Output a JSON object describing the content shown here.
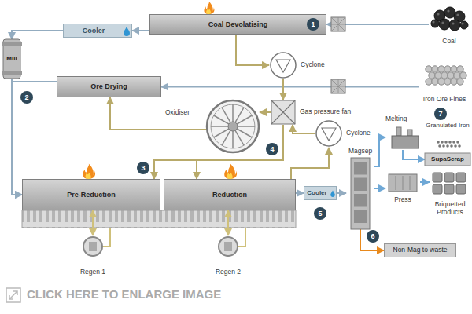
{
  "diagram": {
    "nodes": [
      {
        "text": [
          "Coal"
        ]
      },
      {
        "text": [
          "Iron Ore Fines"
        ]
      },
      {
        "text": [
          "Coal Devolatising"
        ]
      },
      {
        "text": [
          "Cooler"
        ]
      },
      {
        "text": [
          "Mill"
        ]
      },
      {
        "text": [
          "Ore Drying"
        ]
      },
      {
        "text": [
          "Cyclone"
        ]
      },
      {
        "text": [
          "Gas pressure fan"
        ]
      },
      {
        "text": [
          "Oxidiser"
        ]
      },
      {
        "text": [
          "Cyclone"
        ]
      },
      {
        "text": [
          "Pre-Reduction"
        ]
      },
      {
        "text": [
          "Reduction"
        ]
      },
      {
        "text": [
          "Regen 1"
        ]
      },
      {
        "text": [
          "Regen 2"
        ]
      },
      {
        "text": [
          "Cooler"
        ]
      },
      {
        "text": [
          "Magsep"
        ]
      },
      {
        "text": [
          "Melting"
        ]
      },
      {
        "text": [
          "Granulated Iron",
          "SupaScrap"
        ]
      },
      {
        "text": [
          "Press"
        ]
      },
      {
        "text": [
          "Briquetted Products"
        ]
      },
      {
        "text": [
          "Non-Mag to waste"
        ]
      }
    ],
    "edges": [
      {
        "from": 0,
        "to": 2,
        "arrow": "to"
      },
      {
        "from": 2,
        "to": 3,
        "arrow": "to"
      },
      {
        "from": 3,
        "to": 4,
        "arrow": "to"
      },
      {
        "from": 2,
        "to": 6,
        "arrow": "to"
      },
      {
        "from": 1,
        "to": 5,
        "arrow": "to"
      },
      {
        "from": 5,
        "to": 10,
        "arrow": "to"
      },
      {
        "from": 4,
        "to": 10,
        "arrow": "to"
      },
      {
        "from": 6,
        "to": 7,
        "arrow": "to"
      },
      {
        "from": 7,
        "to": 8,
        "arrow": "to"
      },
      {
        "from": 8,
        "to": 5,
        "arrow": "to"
      },
      {
        "from": 7,
        "to": 10,
        "arrow": "to"
      },
      {
        "from": 7,
        "to": 11,
        "arrow": "to"
      },
      {
        "from": 9,
        "to": 7,
        "arrow": "to"
      },
      {
        "from": 11,
        "to": 9,
        "arrow": "to"
      },
      {
        "from": 11,
        "to": 14,
        "arrow": "to"
      },
      {
        "from": 14,
        "to": 15,
        "arrow": "to"
      },
      {
        "from": 15,
        "to": 16,
        "arrow": "to"
      },
      {
        "from": 15,
        "to": 18,
        "arrow": "to"
      },
      {
        "from": 18,
        "to": 19,
        "arrow": "to"
      },
      {
        "from": 15,
        "to": 20,
        "arrow": "to"
      },
      {
        "from": 10,
        "to": 12,
        "arrow": "both"
      },
      {
        "from": 11,
        "to": 13,
        "arrow": "both"
      },
      {
        "from": 16,
        "to": 17,
        "arrow": "to"
      }
    ],
    "labels": [
      "1",
      "2",
      "3",
      "4",
      "5",
      "6",
      "7",
      "CLICK HERE TO ENLARGE IMAGE"
    ]
  }
}
